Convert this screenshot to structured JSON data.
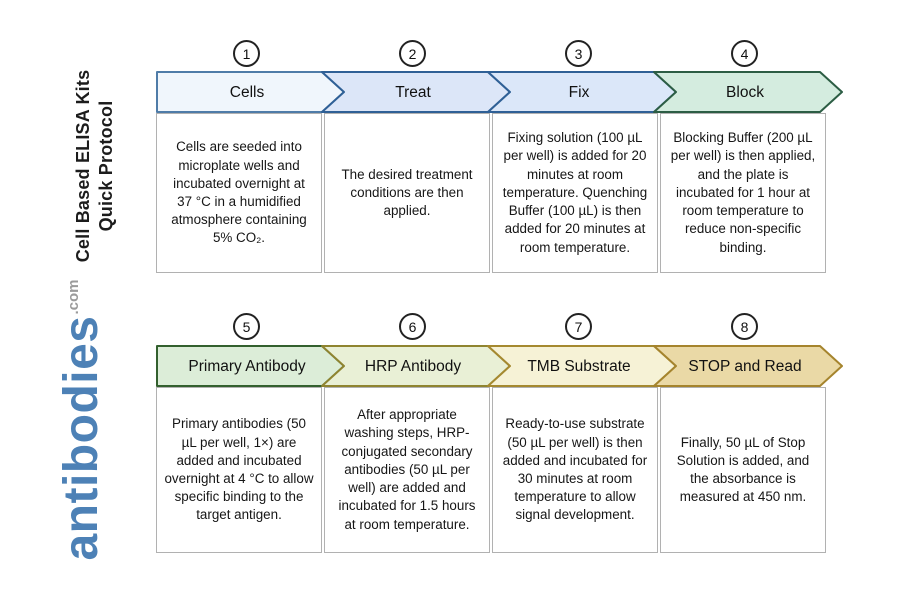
{
  "branding": {
    "title_line1": "Cell Based ELISA Kits",
    "title_line2": "Quick Protocol",
    "logo_text": "antibodies",
    "logo_suffix": ".com",
    "logo_color": "#4d81b6",
    "logo_suffix_color": "#9b9b9b"
  },
  "rows": [
    {
      "steps": [
        {
          "number": "1",
          "label": "Cells",
          "fill": "#f0f6fc",
          "stroke": "#4f7ca8",
          "description": "Cells are seeded into microplate wells and incubated overnight at 37 °C in a humidified atmosphere containing 5% CO₂."
        },
        {
          "number": "2",
          "label": "Treat",
          "fill": "#dce6f8",
          "stroke": "#2f6096",
          "description": "The desired treatment conditions are then applied."
        },
        {
          "number": "3",
          "label": "Fix",
          "fill": "#dbe7f9",
          "stroke": "#2f6096",
          "description": "Fixing solution (100 µL per well) is added for 20 minutes at room temperature. Quenching Buffer (100 µL) is then added for 20 minutes at room temperature."
        },
        {
          "number": "4",
          "label": "Block",
          "fill": "#d4ecdf",
          "stroke": "#2c5d44",
          "description": "Blocking Buffer (200 µL per well) is then applied, and the plate is incubated for 1 hour at room temperature to reduce non-specific binding."
        }
      ]
    },
    {
      "steps": [
        {
          "number": "5",
          "label": "Primary Antibody",
          "fill": "#dcedd8",
          "stroke": "#33602e",
          "description": "Primary antibodies (50 µL per well, 1×) are added and incubated overnight at 4 °C to allow specific binding to the target antigen."
        },
        {
          "number": "6",
          "label": "HRP Antibody",
          "fill": "#e9f0d6",
          "stroke": "#8f8430",
          "description": "After appropriate washing steps, HRP-conjugated secondary antibodies (50 µL per well) are added and incubated for 1.5 hours at room temperature."
        },
        {
          "number": "7",
          "label": "TMB Substrate",
          "fill": "#f6f2d6",
          "stroke": "#a58930",
          "description": "Ready-to-use substrate (50 µL per well) is then added and incubated for 30 minutes at room temperature to allow signal development."
        },
        {
          "number": "8",
          "label": "STOP and Read",
          "fill": "#ead9a6",
          "stroke": "#a5842d",
          "description": "Finally, 50 µL of Stop Solution is added, and the absorbance is measured at 450 nm."
        }
      ]
    }
  ]
}
